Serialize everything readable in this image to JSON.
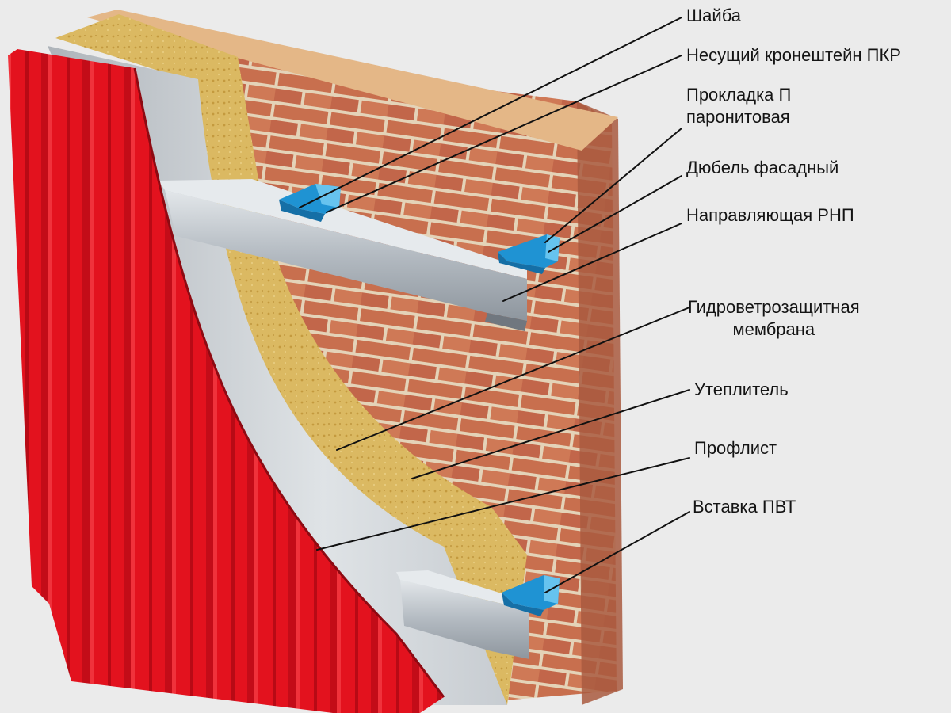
{
  "diagram": {
    "labels": {
      "washer": "Шайба",
      "bracket": "Несущий кронештейн ПКР",
      "gasket_line1": "Прокладка П",
      "gasket_line2": "паронитовая",
      "dowel": "Дюбель фасадный",
      "rail": "Направляющая РНП",
      "membrane_line1": "Гидроветрозащитная",
      "membrane_line2": "мембрана",
      "insulation": "Утеплитель",
      "profile_sheet": "Профлист",
      "insert": "Вставка ПВТ"
    },
    "colors": {
      "background": "#ebebeb",
      "brick": "#c8704f",
      "mortar": "#e6d6bd",
      "insulation": "#d9b85f",
      "membrane": "#d4d8dc",
      "rail": "#b9c0c7",
      "bracket": "#1f93d3",
      "profile_sheet": "#e3121e",
      "leader_line": "#111111"
    }
  }
}
